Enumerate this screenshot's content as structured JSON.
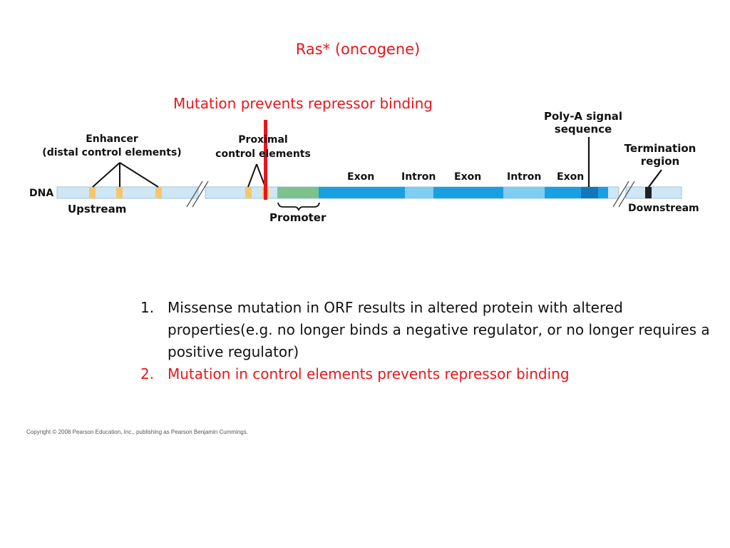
{
  "title": "Ras* (oncogene)",
  "mutation_label": "Mutation prevents repressor binding",
  "labels": {
    "dna": "DNA",
    "upstream": "Upstream",
    "downstream": "Downstream",
    "promoter": "Promoter",
    "enhancer_line1": "Enhancer",
    "enhancer_line2": "(distal control elements)",
    "proximal_line1": "Proximal",
    "proximal_line2": "control elements",
    "polya_line1": "Poly-A signal",
    "polya_line2": "sequence",
    "termination_line1": "Termination",
    "termination_line2": "region",
    "exon1": "Exon",
    "intron1": "Intron",
    "exon2": "Exon",
    "intron2": "Intron",
    "exon3": "Exon"
  },
  "list": [
    {
      "num": "1.",
      "text": "Missense mutation in ORF results in altered protein with altered properties(e.g. no longer binds a negative regulator, or no longer requires a positive regulator)"
    },
    {
      "num": "2.",
      "text": "Mutation in control elements prevents repressor binding"
    }
  ],
  "copyright": "Copyright © 2008 Pearson Education, Inc., publishing as Pearson Benjamin Cummings.",
  "colors": {
    "accent_red": "#e8161b",
    "dna_strand": "#cfe6f5",
    "control_element": "#f5c76a",
    "promoter": "#7bc28d",
    "exon": "#1aa0e0",
    "intron": "#7fcdf0",
    "polya": "#1277b8",
    "termination": "#222222"
  }
}
